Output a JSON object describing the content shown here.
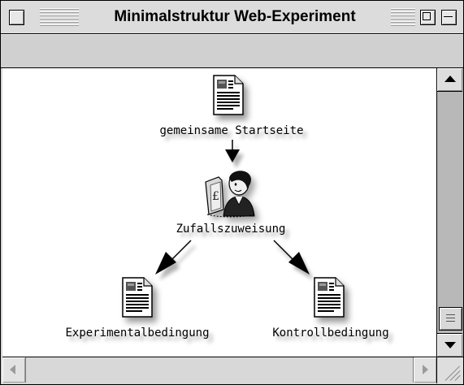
{
  "window": {
    "title": "Minimalstruktur Web-Experiment"
  },
  "nodes": [
    {
      "label": "gemeinsame Startseite",
      "icon": "document-icon"
    },
    {
      "label": "Zufallszuweisung",
      "icon": "random-assignment-person-icon"
    },
    {
      "label": "Experimentalbedingung",
      "icon": "document-icon"
    },
    {
      "label": "Kontrollbedingung",
      "icon": "document-icon"
    }
  ],
  "colors": {
    "window_bg": "#d6d6d6",
    "content_bg": "#ffffff",
    "scrollbar_track": "#b8b8b8",
    "outline": "#000000"
  }
}
